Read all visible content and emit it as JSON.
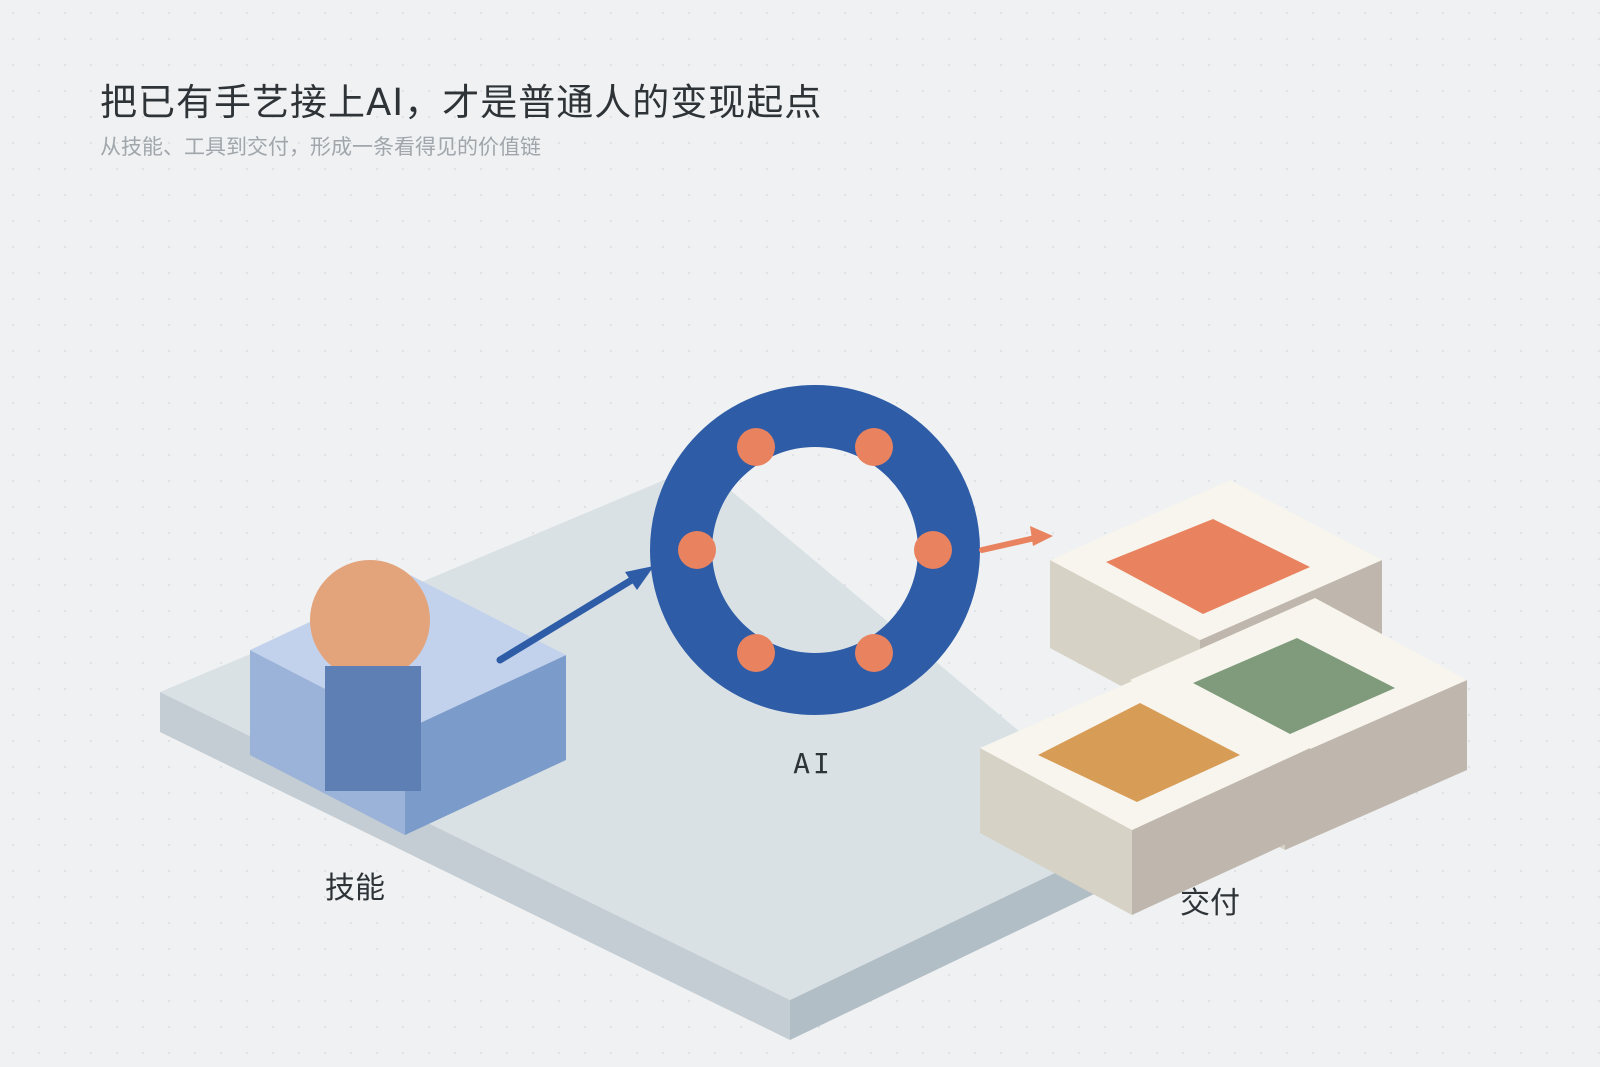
{
  "header": {
    "title": "把已有手艺接上AI，才是普通人的变现起点",
    "subtitle": "从技能、工具到交付，形成一条看得见的价值链"
  },
  "nodes": {
    "skill": {
      "label": "技能"
    },
    "ai": {
      "label": "AI"
    },
    "delivery": {
      "label": "交付"
    }
  },
  "colors": {
    "background": "#eff1f2",
    "platform_top": "#d9e1e5",
    "ai_ring": "#2e5ca7",
    "dot_orange": "#e8825f",
    "skill_person": "#e3a37b",
    "skill_block": "#5d7fb4",
    "tile_orange": "#e8825f",
    "tile_green": "#7f9b7c",
    "tile_gold": "#d79c56"
  }
}
